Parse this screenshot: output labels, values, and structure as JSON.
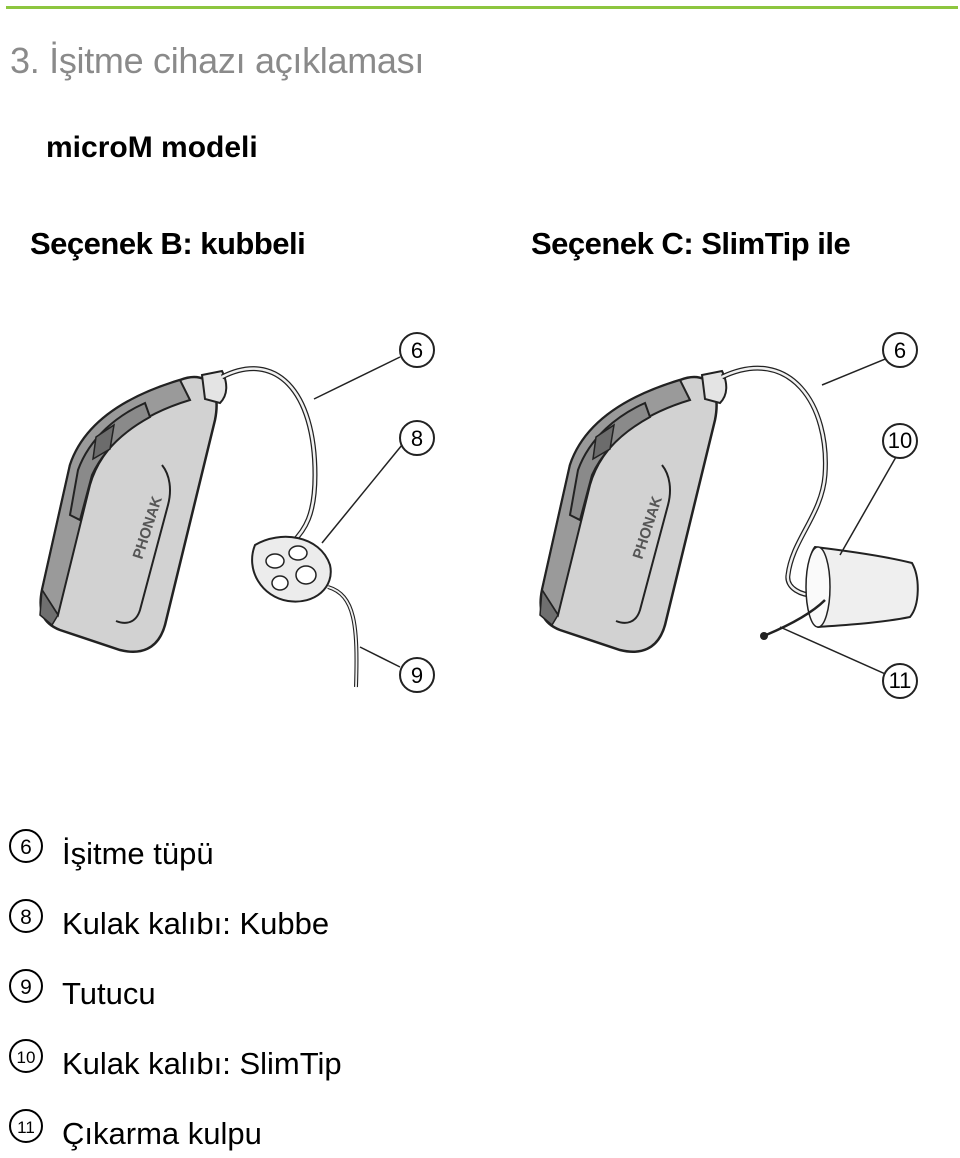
{
  "header": {
    "section_title": "3. İşitme cihazı açıklaması",
    "model_title": "microM modeli"
  },
  "options": {
    "b_label": "Seçenek B: kubbeli",
    "c_label": "Seçenek C: SlimTip ile"
  },
  "device": {
    "brand_print": "PHONAK"
  },
  "callouts": {
    "b": [
      "6",
      "8",
      "9"
    ],
    "c": [
      "6",
      "10",
      "11"
    ]
  },
  "legend": [
    {
      "number": "6",
      "label": "İşitme tüpü"
    },
    {
      "number": "8",
      "label": "Kulak kalıbı: Kubbe"
    },
    {
      "number": "9",
      "label": "Tutucu"
    },
    {
      "number": "10",
      "label": "Kulak kalıbı: SlimTip"
    },
    {
      "number": "11",
      "label": "Çıkarma kulpu"
    }
  ],
  "colors": {
    "accent_rule": "#8dc63f",
    "title_gray": "#8a8a8a",
    "device_light": "#d4d4d4",
    "device_dark": "#7a7a7a"
  }
}
